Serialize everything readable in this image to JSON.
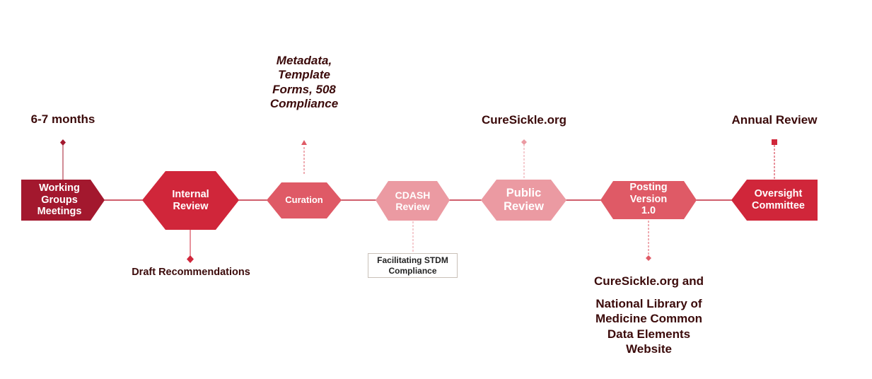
{
  "colors": {
    "line": "#c0283c",
    "dark": "#a3182e",
    "red": "#d0263a",
    "mid": "#df5a66",
    "light": "#eb9aa2",
    "text": "#3b0a0a"
  },
  "stages": [
    {
      "label": "Working\nGroups\nMeetings",
      "shape": "arrow",
      "color": "dark"
    },
    {
      "label": "Internal\nReview",
      "shape": "hexagon",
      "color": "red"
    },
    {
      "label": "Curation",
      "shape": "hexagon",
      "color": "mid"
    },
    {
      "label": "CDASH\nReview",
      "shape": "hexagon",
      "color": "light"
    },
    {
      "label": "Public\nReview",
      "shape": "hexagon",
      "color": "light"
    },
    {
      "label": "Posting\nVersion\n1.0",
      "shape": "hexagon",
      "color": "mid"
    },
    {
      "label": "Oversight\nCommittee",
      "shape": "notched",
      "color": "red"
    }
  ],
  "annotations": {
    "duration": "6-7 months",
    "draft": "Draft Recommendations",
    "curation_note": "Metadata,\nTemplate\nForms, 508\nCompliance",
    "cdash_note": "Facilitating STDM\nCompliance",
    "public_note": "CureSickle.org",
    "posting_note_1": "CureSickle.org and",
    "posting_note_2": "National Library of\nMedicine Common\nData Elements\nWebsite",
    "annual": "Annual Review"
  }
}
